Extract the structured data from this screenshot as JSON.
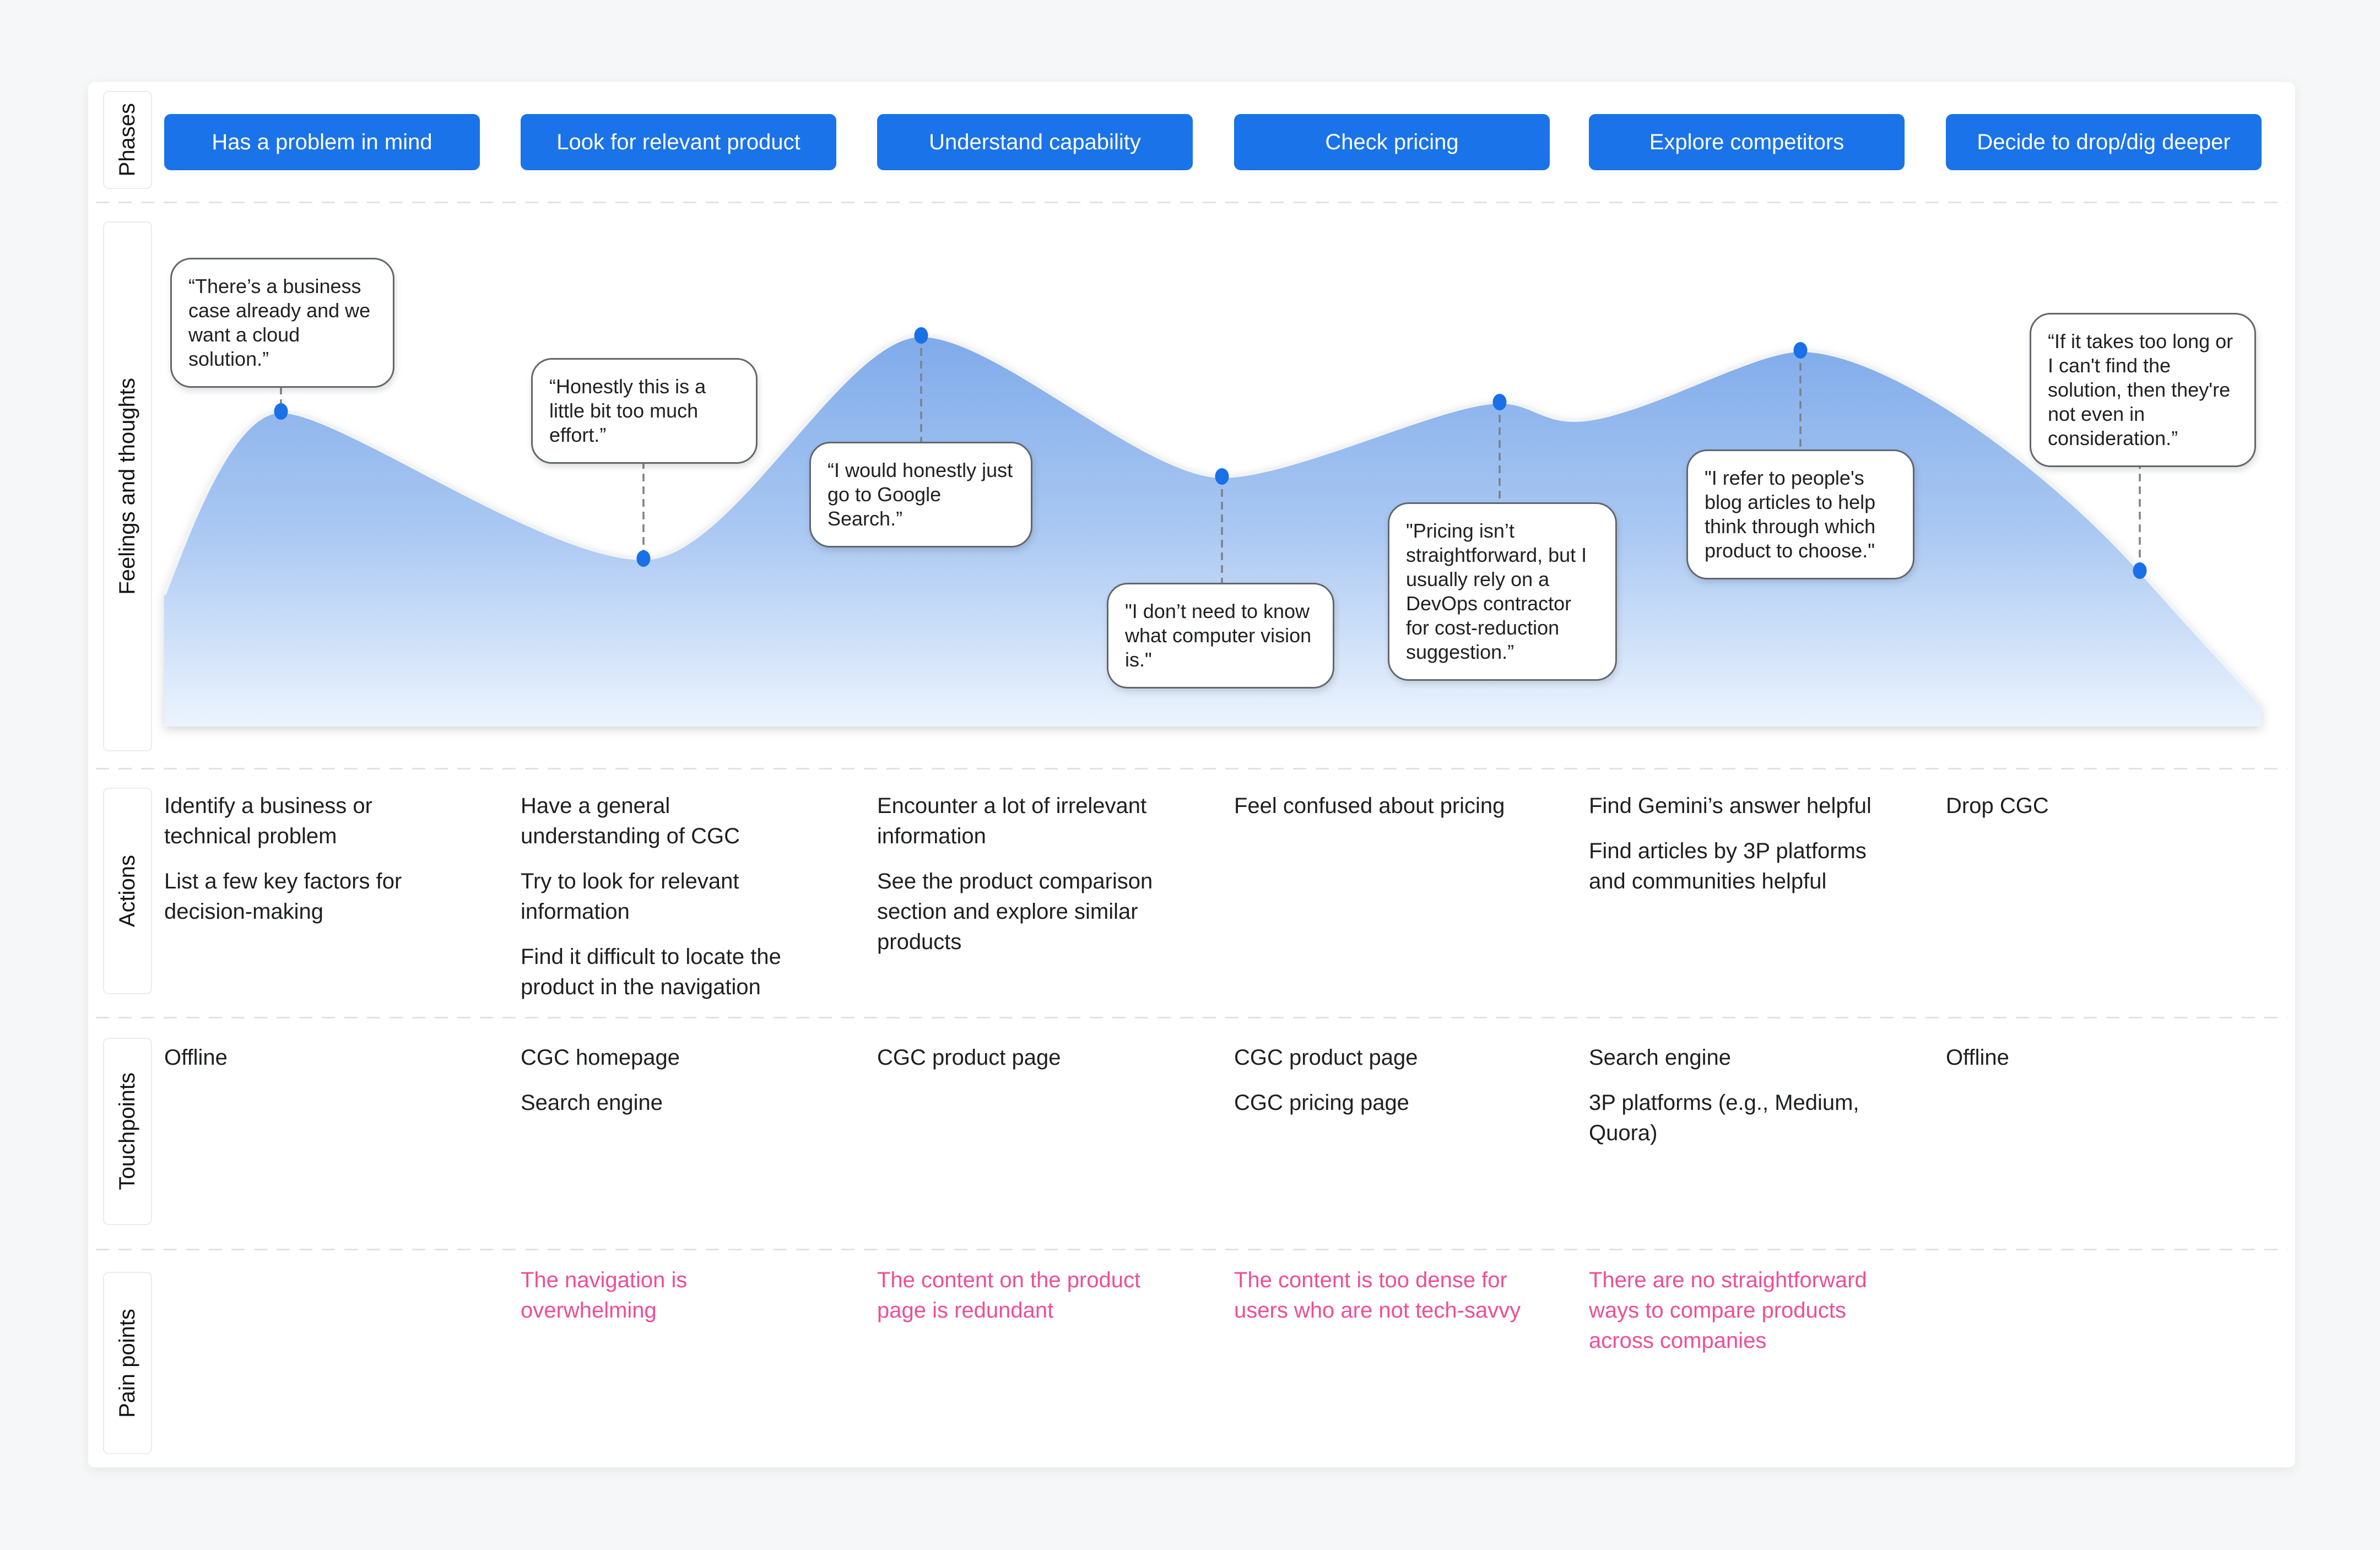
{
  "colors": {
    "phase_blue": "#1a73e8",
    "dot_blue": "#1a70e6",
    "pain_pink": "#ee4e96",
    "curve_top": "#7fabea",
    "curve_bottom": "#ecf4fd",
    "page_bg": "#f6f7f8"
  },
  "row_labels": {
    "phases": "Phases",
    "feelings": "Feelings and thoughts",
    "actions": "Actions",
    "touchpoints": "Touchpoints",
    "pain_points": "Pain points"
  },
  "phases": [
    "Has a problem in mind",
    "Look for relevant product",
    "Understand capability",
    "Check pricing",
    "Explore competitors",
    "Decide to drop/dig deeper"
  ],
  "quotes": [
    "“There’s a business case already and we want a cloud solution.”",
    "“Honestly this is a little bit too much effort.”",
    "“I would honestly just go to Google Search.”",
    "\"I don’t need to know what computer vision is.\"",
    "\"Pricing isn’t straightforward, but I usually rely on a DevOps contractor for cost-reduction suggestion.”",
    "\"I refer to people's blog articles to help think through which product to choose.\"",
    "“If it takes too long or I can't find the solution, then they're not even in consideration.”"
  ],
  "actions": [
    [
      "Identify a business or technical problem",
      "List a few key factors for decision-making"
    ],
    [
      "Have a general understanding of CGC",
      "Try to look for relevant information",
      "Find it difficult to locate the product in the navigation"
    ],
    [
      "Encounter a lot of irrelevant information",
      "See the product comparison section and explore similar products"
    ],
    [
      "Feel confused about pricing"
    ],
    [
      "Find Gemini’s answer helpful",
      "Find articles by 3P platforms and communities helpful"
    ],
    [
      "Drop CGC"
    ]
  ],
  "touchpoints": [
    [
      "Offline"
    ],
    [
      "CGC homepage",
      "Search engine"
    ],
    [
      "CGC product page"
    ],
    [
      "CGC product page",
      "CGC pricing page"
    ],
    [
      "Search engine",
      "3P platforms (e.g., Medium, Quora)"
    ],
    [
      "Offline"
    ]
  ],
  "pain_points": [
    [],
    [
      "The navigation is overwhelming"
    ],
    [
      "The content on the product page is redundant"
    ],
    [
      "The content is too dense for users who are not tech-savvy"
    ],
    [
      "There are no straightforward ways to compare products across companies"
    ],
    []
  ]
}
